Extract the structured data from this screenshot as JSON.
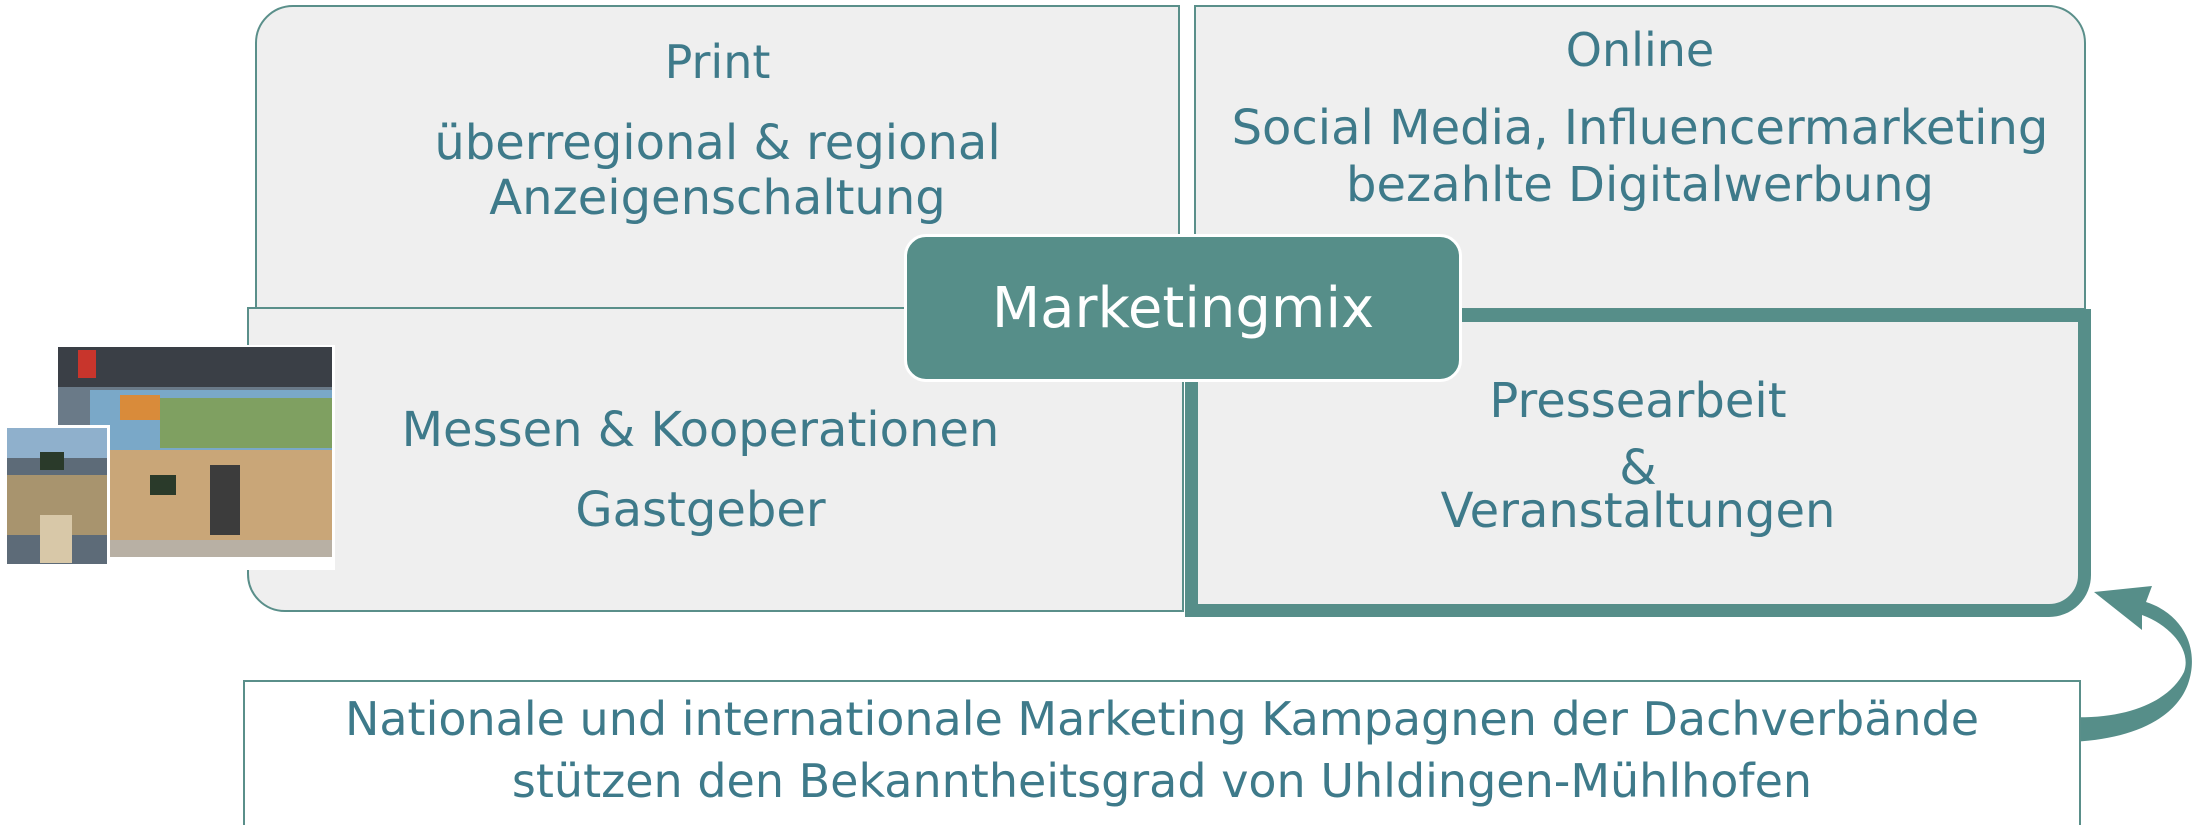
{
  "center": {
    "label": "Marketingmix"
  },
  "quadrants": {
    "print": {
      "title": "Print",
      "line1": "überregional & regional",
      "line2": "Anzeigenschaltung"
    },
    "online": {
      "title": "Online",
      "line1": "Social Media, Influencermarketing",
      "line2": "bezahlte Digitalwerbung"
    },
    "messen": {
      "line1": "Messen & Kooperationen",
      "line2": "Gastgeber"
    },
    "presse": {
      "line1": "Pressearbeit",
      "line2": "&",
      "line3": "Veranstaltungen"
    }
  },
  "bottom": {
    "line1": "Nationale und internationale Marketing Kampagnen der Dachverbände",
    "line2": "stützen den Bekanntheitsgrad von Uhldingen-Mühlhofen"
  },
  "colors": {
    "accent": "#568e89",
    "text": "#3e7a8a",
    "panel": "#efefef"
  }
}
